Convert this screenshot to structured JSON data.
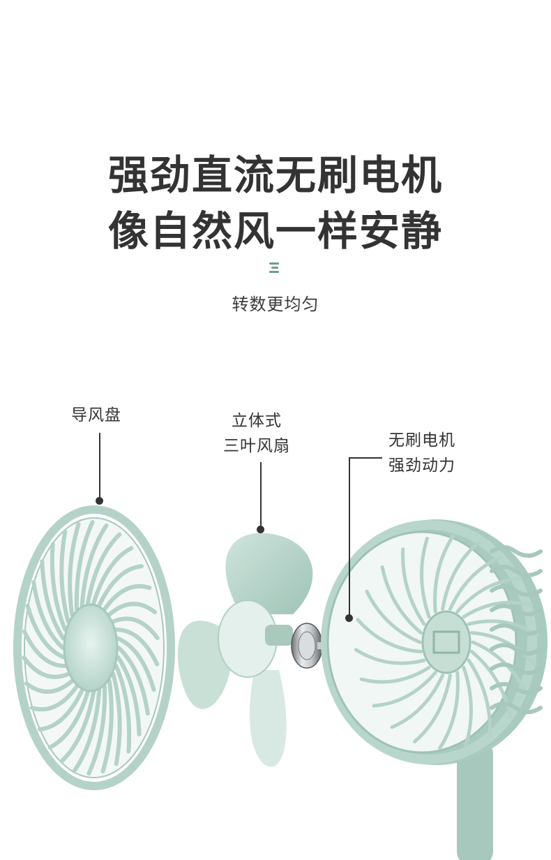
{
  "headline": {
    "line1": "强劲直流无刷电机",
    "line2": "像自然风一样安静"
  },
  "icon": "stack-lines-icon",
  "subtitle": "转数更均匀",
  "callouts": {
    "disc": {
      "line1": "导风盘"
    },
    "blade": {
      "line1": "立体式",
      "line2": "三叶风扇"
    },
    "motor": {
      "line1": "无刷电机",
      "line2": "强劲动力"
    }
  },
  "colors": {
    "accent": "#6f9f88",
    "fan_body": "#b9d6cd",
    "fan_dark": "#9ec2b6",
    "text": "#333333",
    "background": "#ffffff"
  }
}
